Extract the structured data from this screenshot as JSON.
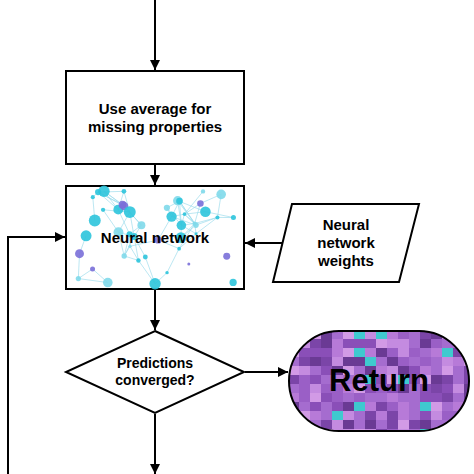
{
  "diagram": {
    "nodes": [
      {
        "text": [
          "Use average for missing properties"
        ]
      },
      {
        "text": [
          "Neural network"
        ]
      },
      {
        "text": [
          "Neural network weights"
        ]
      },
      {
        "text": [
          "Predictions converged?"
        ]
      },
      {
        "text": [
          "Return"
        ]
      }
    ],
    "edges": [
      {
        "from": 0,
        "to": 1,
        "arrow": "to"
      },
      {
        "from": 2,
        "to": 1,
        "arrow": "to"
      },
      {
        "from": 1,
        "to": 3,
        "arrow": "to"
      },
      {
        "from": 3,
        "to": 4,
        "arrow": "to"
      }
    ]
  }
}
